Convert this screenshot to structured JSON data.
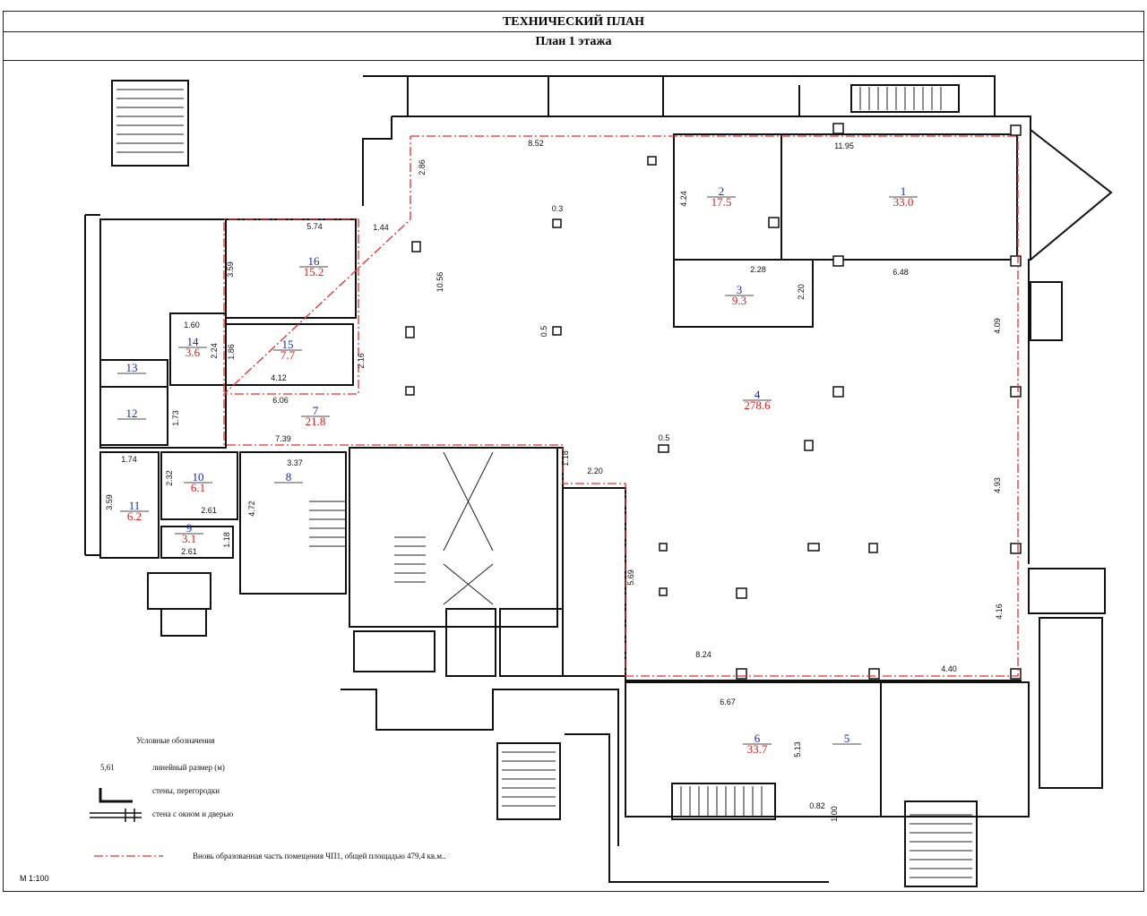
{
  "header": {
    "title": "ТЕХНИЧЕСКИЙ ПЛАН",
    "subtitle": "План  1 этажа"
  },
  "rooms": [
    {
      "num": "1",
      "area": "33.0"
    },
    {
      "num": "2",
      "area": "17.5"
    },
    {
      "num": "3",
      "area": "9.3"
    },
    {
      "num": "4",
      "area": "278.6"
    },
    {
      "num": "5",
      "area": ""
    },
    {
      "num": "6",
      "area": "33.7"
    },
    {
      "num": "7",
      "area": "21.8"
    },
    {
      "num": "8",
      "area": ""
    },
    {
      "num": "9",
      "area": "3.1"
    },
    {
      "num": "10",
      "area": "6.1"
    },
    {
      "num": "11",
      "area": "6.2"
    },
    {
      "num": "12",
      "area": ""
    },
    {
      "num": "13",
      "area": ""
    },
    {
      "num": "14",
      "area": "3.6"
    },
    {
      "num": "15",
      "area": "7.7"
    },
    {
      "num": "16",
      "area": "15.2"
    }
  ],
  "dimensions": [
    "8.52",
    "11.95",
    "2.86",
    "0.3",
    "4.24",
    "2.28",
    "6.48",
    "2.20",
    "10.56",
    "0.5",
    "4.09",
    "0.5",
    "4.93",
    "5.69",
    "2.20",
    "1.18",
    "4.16",
    "8.24",
    "4.40",
    "6.67",
    "5.13",
    "0.82",
    "1.00",
    "5.74",
    "1.44",
    "3.59",
    "1.60",
    "2.24",
    "1.86",
    "2.16",
    "4.12",
    "6.06",
    "1.73",
    "7.39",
    "1.74",
    "2.32",
    "3.37",
    "3.59",
    "2.61",
    "4.72",
    "1.18",
    "2.61"
  ],
  "legend": {
    "title": "Условные обозначения",
    "sample_value": "5,61",
    "dim_label": "линейный размер (м)",
    "walls_label": "стены, перегородки",
    "window_door_label": "стена с окном и дверью",
    "red_line_label": "Вновь образованная часть помещения ЧП1, общей площадью 479,4 кв.м.."
  },
  "scale": "М 1:100",
  "colors": {
    "room_number": "#1a2bb0",
    "room_area": "#d81d1d",
    "boundary": "#e03030",
    "wall": "#111111"
  }
}
